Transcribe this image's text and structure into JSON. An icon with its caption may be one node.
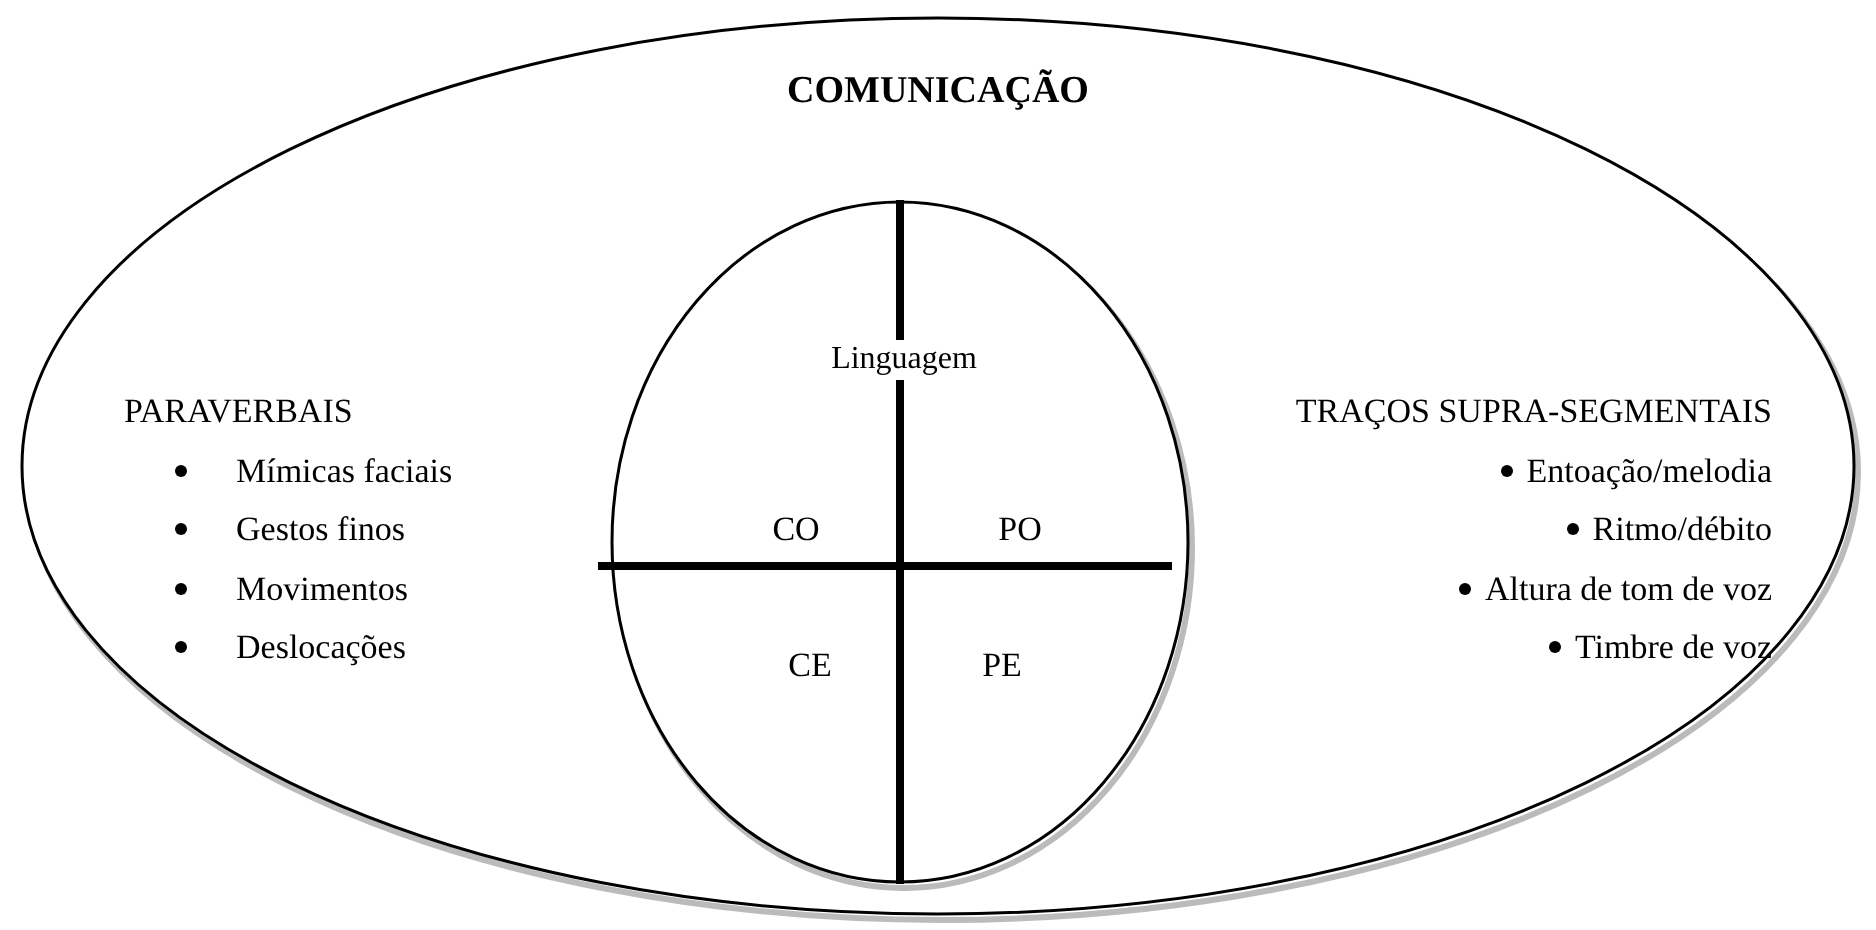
{
  "diagram": {
    "nodes": [
      {
        "text": [
          "COMUNICAÇÃO"
        ]
      },
      {
        "text": [
          "Linguagem",
          "CO",
          "PO",
          "CE",
          "PE"
        ],
        "in": 0
      }
    ],
    "labels": [
      "PARAVERBAIS",
      "Mímicas faciais",
      "Gestos finos",
      "Movimentos",
      "Deslocações",
      "TRAÇOS SUPRA-SEGMENTAIS",
      "Entoação/melodia",
      "Ritmo/débito",
      "Altura de tom de voz",
      "Timbre de voz"
    ]
  }
}
